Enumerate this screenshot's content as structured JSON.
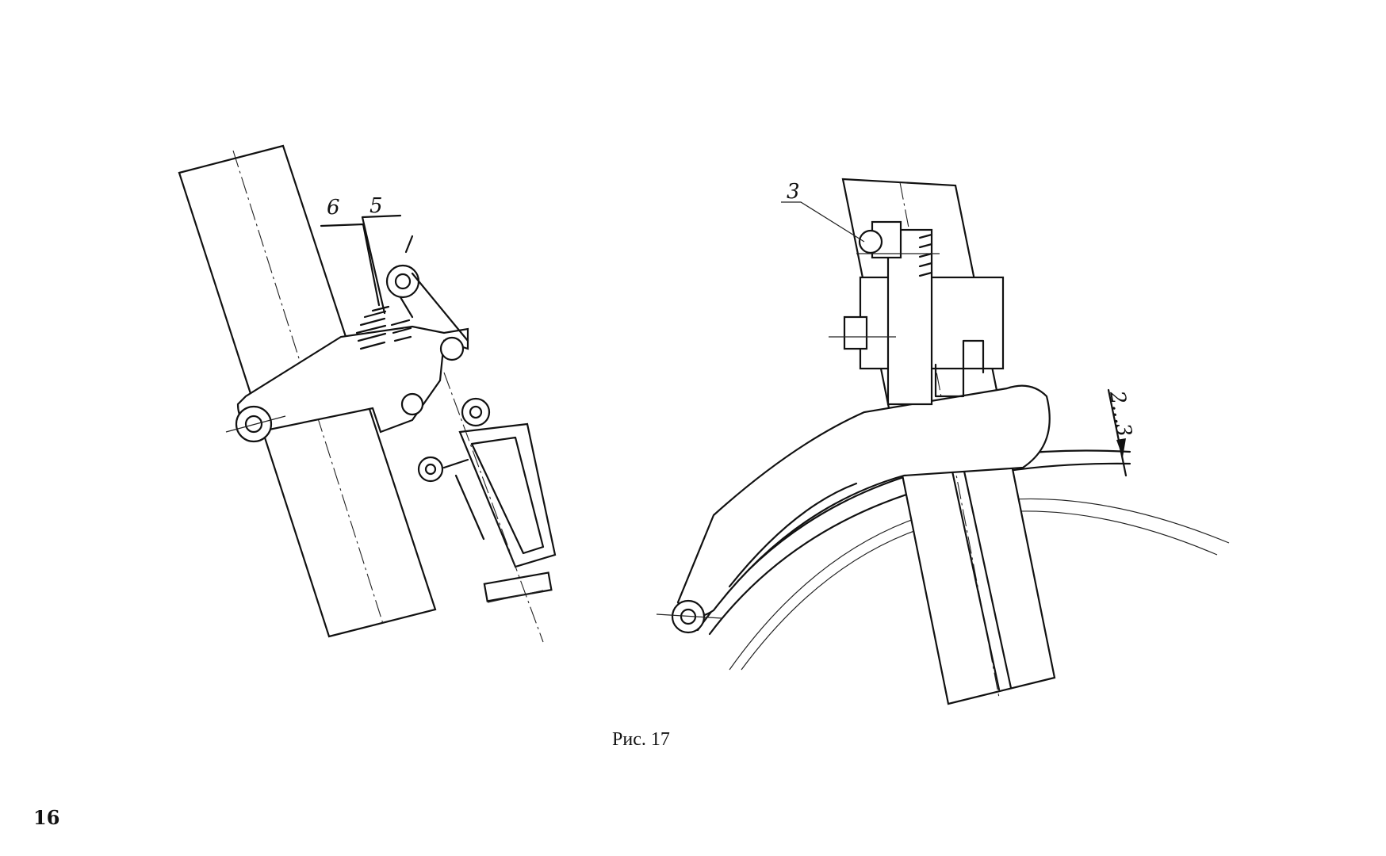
{
  "figure": {
    "caption": "Рис. 17",
    "left_view_labels": [
      "6",
      "5"
    ],
    "right_view_labels": [
      "3"
    ],
    "clearance_dimension": "2...3"
  },
  "page_number": "16"
}
